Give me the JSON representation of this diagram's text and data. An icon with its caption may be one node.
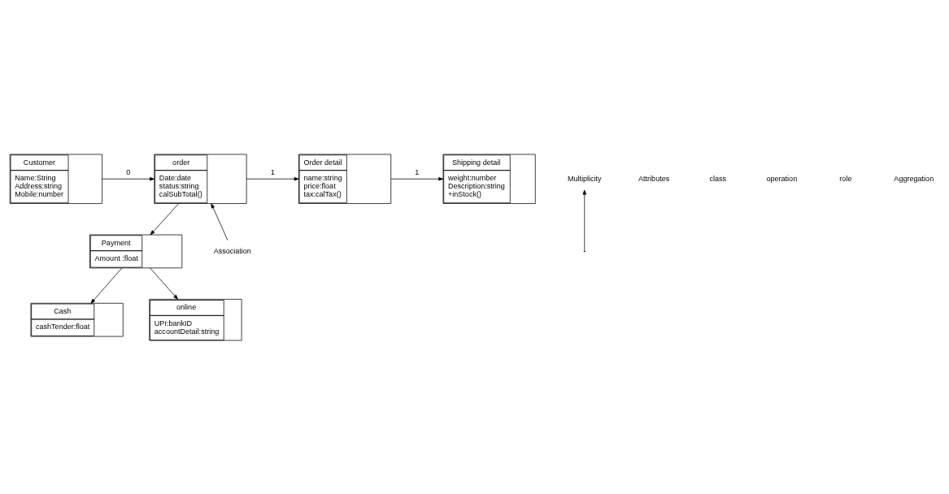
{
  "diagram": {
    "nodes": [
      {
        "text": [
          "Customer",
          "Name:String",
          "Address:string",
          "Mobile:number"
        ]
      },
      {
        "text": [
          "order",
          "Date:date",
          "status:string",
          "calSubTotal()"
        ]
      },
      {
        "text": [
          "Order detail",
          "name:string",
          "price:float",
          "tax:calTax()"
        ]
      },
      {
        "text": [
          "Shipping detail",
          "weight:number",
          "Description:string",
          "+inStock()"
        ]
      },
      {
        "text": [
          "Payment",
          "Amount :float"
        ]
      },
      {
        "text": [
          "Cash",
          "cashTender:float"
        ]
      },
      {
        "text": [
          "online",
          "UPI:bankID",
          "accountDetail:string"
        ]
      },
      {
        "text": [
          "Multiplicity"
        ]
      },
      {
        "text": [
          "Association"
        ]
      }
    ],
    "edges": [
      {
        "from": 0,
        "to": 1,
        "arrow": "to",
        "label": "0"
      },
      {
        "from": 1,
        "to": 2,
        "arrow": "to",
        "label": "1"
      },
      {
        "from": 2,
        "to": 3,
        "arrow": "to",
        "label": "1"
      },
      {
        "from": 1,
        "to": 4,
        "arrow": "to"
      },
      {
        "from": 8,
        "to": 1,
        "arrow": "to"
      },
      {
        "from": 4,
        "to": 5,
        "arrow": "to"
      },
      {
        "from": 4,
        "to": 6,
        "arrow": "to"
      },
      {
        "from": null,
        "to": 7,
        "arrow": "to"
      }
    ],
    "labels": [
      "Attributes",
      "class",
      "operation",
      "role",
      "Aggregation"
    ]
  }
}
